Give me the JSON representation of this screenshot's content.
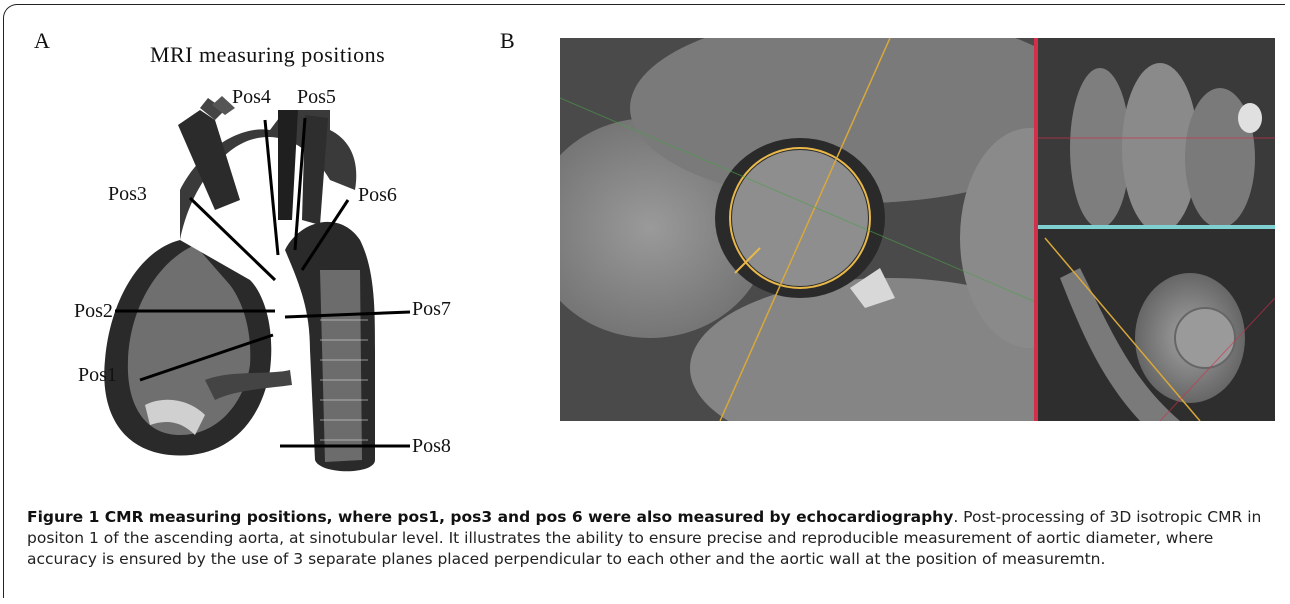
{
  "panel_a": {
    "letter": "A",
    "title": "MRI measuring positions",
    "labels": [
      "Pos1",
      "Pos2",
      "Pos3",
      "Pos4",
      "Pos5",
      "Pos6",
      "Pos7",
      "Pos8"
    ]
  },
  "panel_b": {
    "letter": "B"
  },
  "caption": {
    "bold": "Figure 1 CMR measuring positions, where pos1, pos3 and pos 6 were also measured by echocardiography",
    "text": ". Post-processing of 3D isotropic CMR in positon 1 of the ascending aorta, at sinotubular level. It illustrates the ability to ensure precise and reproducible measurement of aortic diameter, where accuracy is ensured by the use of 3 separate planes placed perpendicular to each other and the aortic wall at the position of measuremtn."
  },
  "colors": {
    "measure_circle": "#e8b84a",
    "measure_line": "#d9a83a",
    "border_red": "#d0304a",
    "border_cyan": "#7fd0d0",
    "green_line": "#4aa04a"
  }
}
